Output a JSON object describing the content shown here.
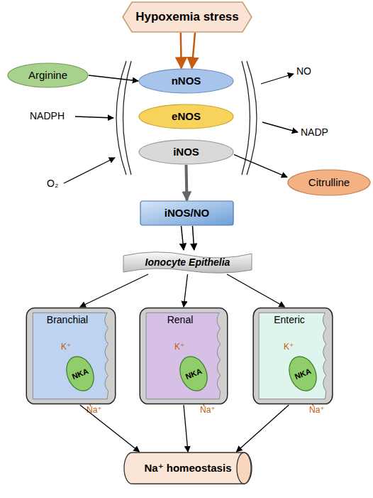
{
  "diagram": {
    "nodes": [
      {
        "text": [
          "Hypoxemia stress"
        ]
      },
      {
        "text": [
          "Arginine"
        ]
      },
      {
        "text": [
          "nNOS"
        ]
      },
      {
        "text": [
          "eNOS"
        ]
      },
      {
        "text": [
          "iNOS"
        ]
      },
      {
        "text": [
          "Citrulline"
        ]
      },
      {
        "text": [
          "iNOS/NO"
        ]
      },
      {
        "text": [
          "Ionocyte Epithelia"
        ]
      },
      {
        "text": [
          "Branchial"
        ]
      },
      {
        "text": [
          "NKA"
        ],
        "in": 8
      },
      {
        "text": [
          "Renal"
        ]
      },
      {
        "text": [
          "NKA"
        ],
        "in": 10
      },
      {
        "text": [
          "Enteric"
        ]
      },
      {
        "text": [
          "NKA"
        ],
        "in": 12
      },
      {
        "text": [
          "Na⁺ homeostasis"
        ]
      }
    ],
    "edges": [
      {
        "from": 0,
        "to": 2,
        "arrow": "to"
      },
      {
        "from": 0,
        "to": 2,
        "arrow": "to"
      },
      {
        "from": 1,
        "to": 2,
        "arrow": "to"
      },
      {
        "from": 4,
        "to": 5,
        "arrow": "to"
      },
      {
        "from": 4,
        "to": 6,
        "arrow": "to"
      },
      {
        "from": 6,
        "to": 7,
        "arrow": "to"
      },
      {
        "from": 6,
        "to": 7,
        "arrow": "to"
      },
      {
        "from": 7,
        "to": 8,
        "arrow": "to"
      },
      {
        "from": 7,
        "to": 10,
        "arrow": "to"
      },
      {
        "from": 7,
        "to": 12,
        "arrow": "to"
      },
      {
        "from": 8,
        "to": 14,
        "arrow": "to"
      },
      {
        "from": 10,
        "to": 14,
        "arrow": "to"
      },
      {
        "from": 12,
        "to": 14,
        "arrow": "to"
      }
    ],
    "labels": [
      "NADPH",
      "O₂",
      "NO",
      "NADP",
      "K⁺",
      "Na⁺",
      "K⁺",
      "Na⁺",
      "K⁺",
      "Na⁺"
    ]
  }
}
